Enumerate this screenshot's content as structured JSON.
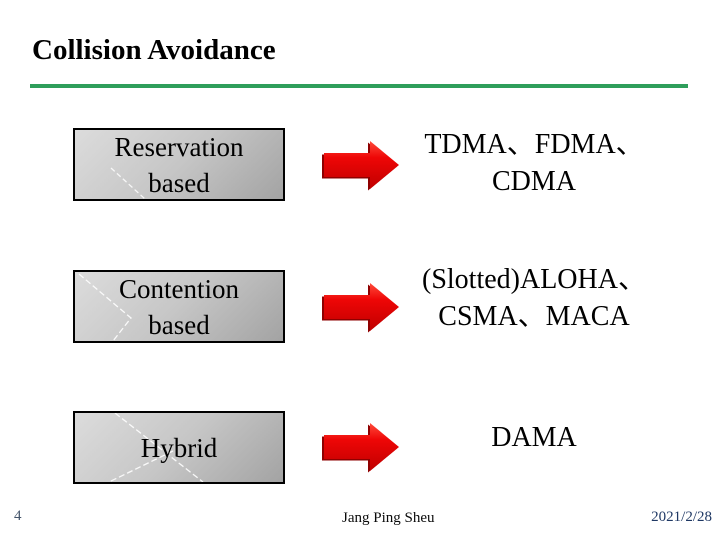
{
  "slide": {
    "title": "Collision Avoidance",
    "rows": [
      {
        "category": "Reservation\nbased",
        "protocols": "TDMA、FDMA、\nCDMA"
      },
      {
        "category": "Contention\nbased",
        "protocols": "(Slotted)ALOHA、\nCSMA、MACA"
      },
      {
        "category": "Hybrid",
        "protocols": "DAMA"
      }
    ],
    "footer": {
      "page_number": "4",
      "author": "Jang Ping Sheu",
      "date": "2021/2/28"
    },
    "colors": {
      "accent_line": "#2e9e5b",
      "arrow_red": "#e60000"
    }
  }
}
